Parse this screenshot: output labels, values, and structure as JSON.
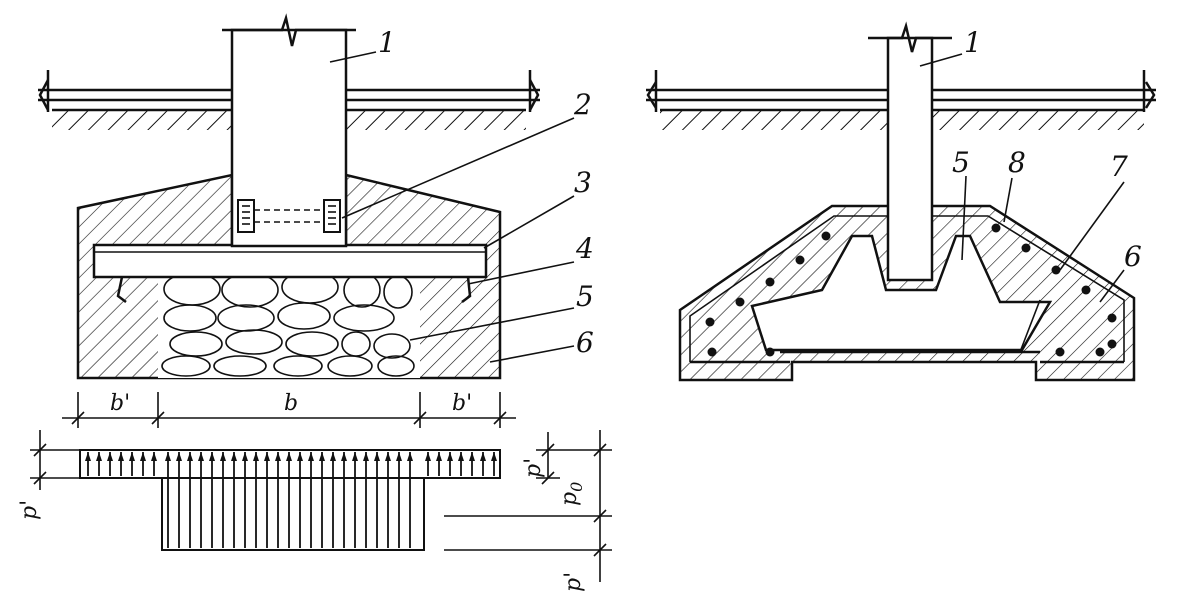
{
  "colors": {
    "ink": "#111111",
    "paper": "#ffffff"
  },
  "left_figure": {
    "callouts": {
      "c1": "1",
      "c2": "2",
      "c3": "3",
      "c4": "4",
      "c5": "5",
      "c6": "6"
    },
    "dimensions": {
      "b_prime_left": "b'",
      "b": "b",
      "b_prime_right": "b'"
    },
    "pressure": {
      "p_prime_left": "p'",
      "p_prime_right": "p'",
      "p0": "p",
      "p0_sub": "0",
      "p_prime_bottom": "p'"
    }
  },
  "right_figure": {
    "callouts": {
      "c1": "1",
      "c5": "5",
      "c8": "8",
      "c7": "7",
      "c6": "6"
    }
  }
}
